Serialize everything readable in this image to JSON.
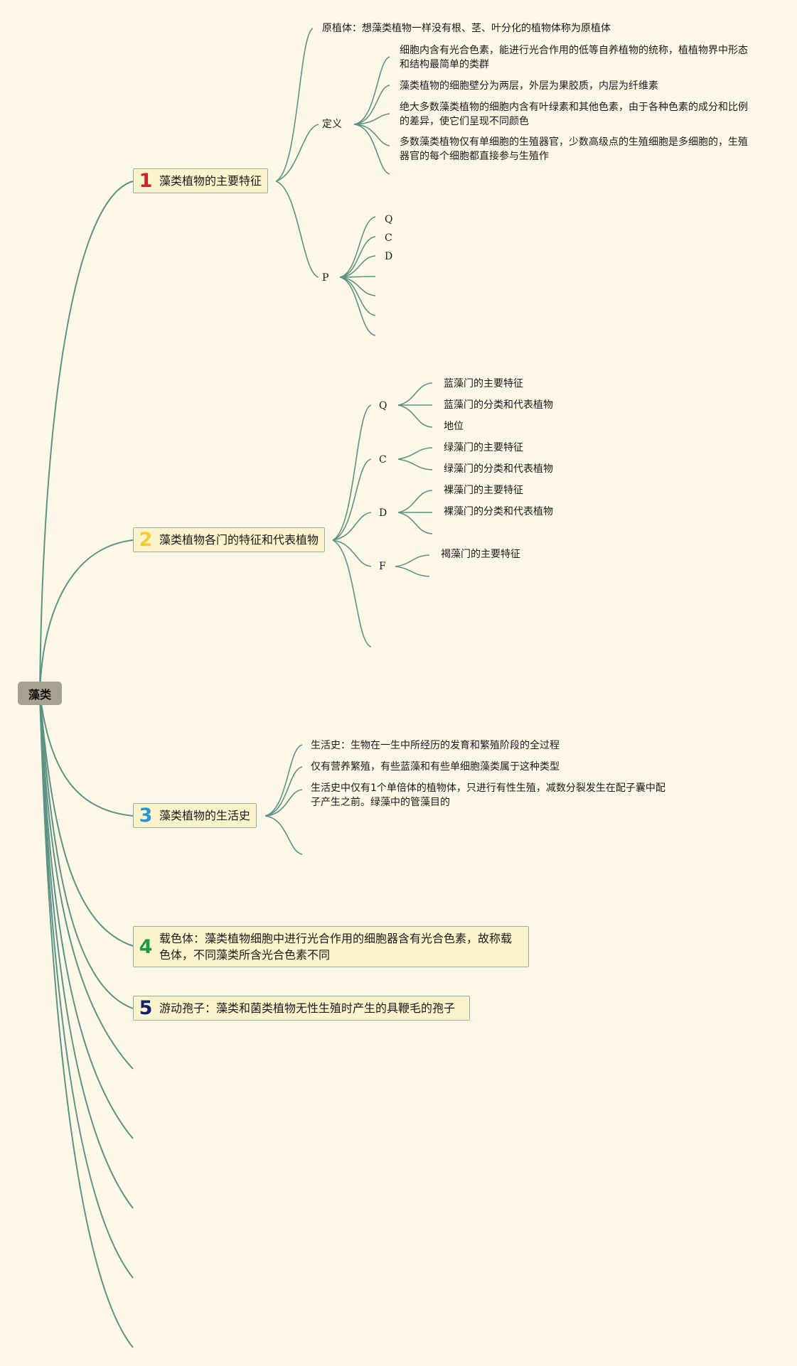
{
  "root": {
    "label": "藻类"
  },
  "colors": {
    "line": "#5d9385",
    "background": "#fdf7e8",
    "topic_fill": "#fbf3cc",
    "topic_border": "#92b1a3",
    "root_fill": "#a9a190",
    "num1": "#d0202a",
    "num2": "#f2cd33",
    "num3": "#2a93d4",
    "num4": "#1e9a3a",
    "num5": "#10206a"
  },
  "topic1": {
    "num": "1",
    "label": "藻类植物的主要特征",
    "protoplant": "原植体：想藻类植物一样没有根、茎、叶分化的植物体称为原植体",
    "definition": {
      "label": "定义",
      "items": [
        "细胞内含有光合色素，能进行光合作用的低等自养植物的统称，植植物界中形态和结构最简单的类群",
        "藻类植物的细胞壁分为两层，外层为果胶质，内层为纤维素",
        "绝大多数藻类植物的细胞内含有叶绿素和其他色素，由于各种色素的成分和比例的差异，使它们呈现不同颜色",
        "多数藻类植物仅有单细胞的生殖器官，少数高级点的生殖细胞是多细胞的，生殖器官的每个细胞都直接参与生殖作"
      ]
    },
    "p": {
      "label": "P",
      "items": [
        "Q",
        "C",
        "D"
      ]
    }
  },
  "topic2": {
    "num": "2",
    "label": "藻类植物各门的特征和代表植物",
    "q": {
      "label": "Q",
      "items": [
        "蓝藻门的主要特征",
        "蓝藻门的分类和代表植物",
        "地位"
      ]
    },
    "c": {
      "label": "C",
      "items": [
        "绿藻门的主要特征",
        "绿藻门的分类和代表植物"
      ]
    },
    "d": {
      "label": "D",
      "items": [
        "裸藻门的主要特征",
        "裸藻门的分类和代表植物"
      ]
    },
    "f": {
      "label": "F",
      "items": [
        "褐藻门的主要特征"
      ]
    }
  },
  "topic3": {
    "num": "3",
    "label": "藻类植物的生活史",
    "items": [
      "生活史：生物在一生中所经历的发育和繁殖阶段的全过程",
      "仅有营养繁殖，有些蓝藻和有些单细胞藻类属于这种类型",
      "生活史中仅有1个单倍体的植物体，只进行有性生殖，减数分裂发生在配子囊中配子产生之前。绿藻中的管藻目的"
    ]
  },
  "topic4": {
    "num": "4",
    "label": "载色体：藻类植物细胞中进行光合作用的细胞器含有光合色素，故称载色体，不同藻类所含光合色素不同"
  },
  "topic5": {
    "num": "5",
    "label": "游动孢子：藻类和菌类植物无性生殖时产生的具鞭毛的孢子"
  }
}
